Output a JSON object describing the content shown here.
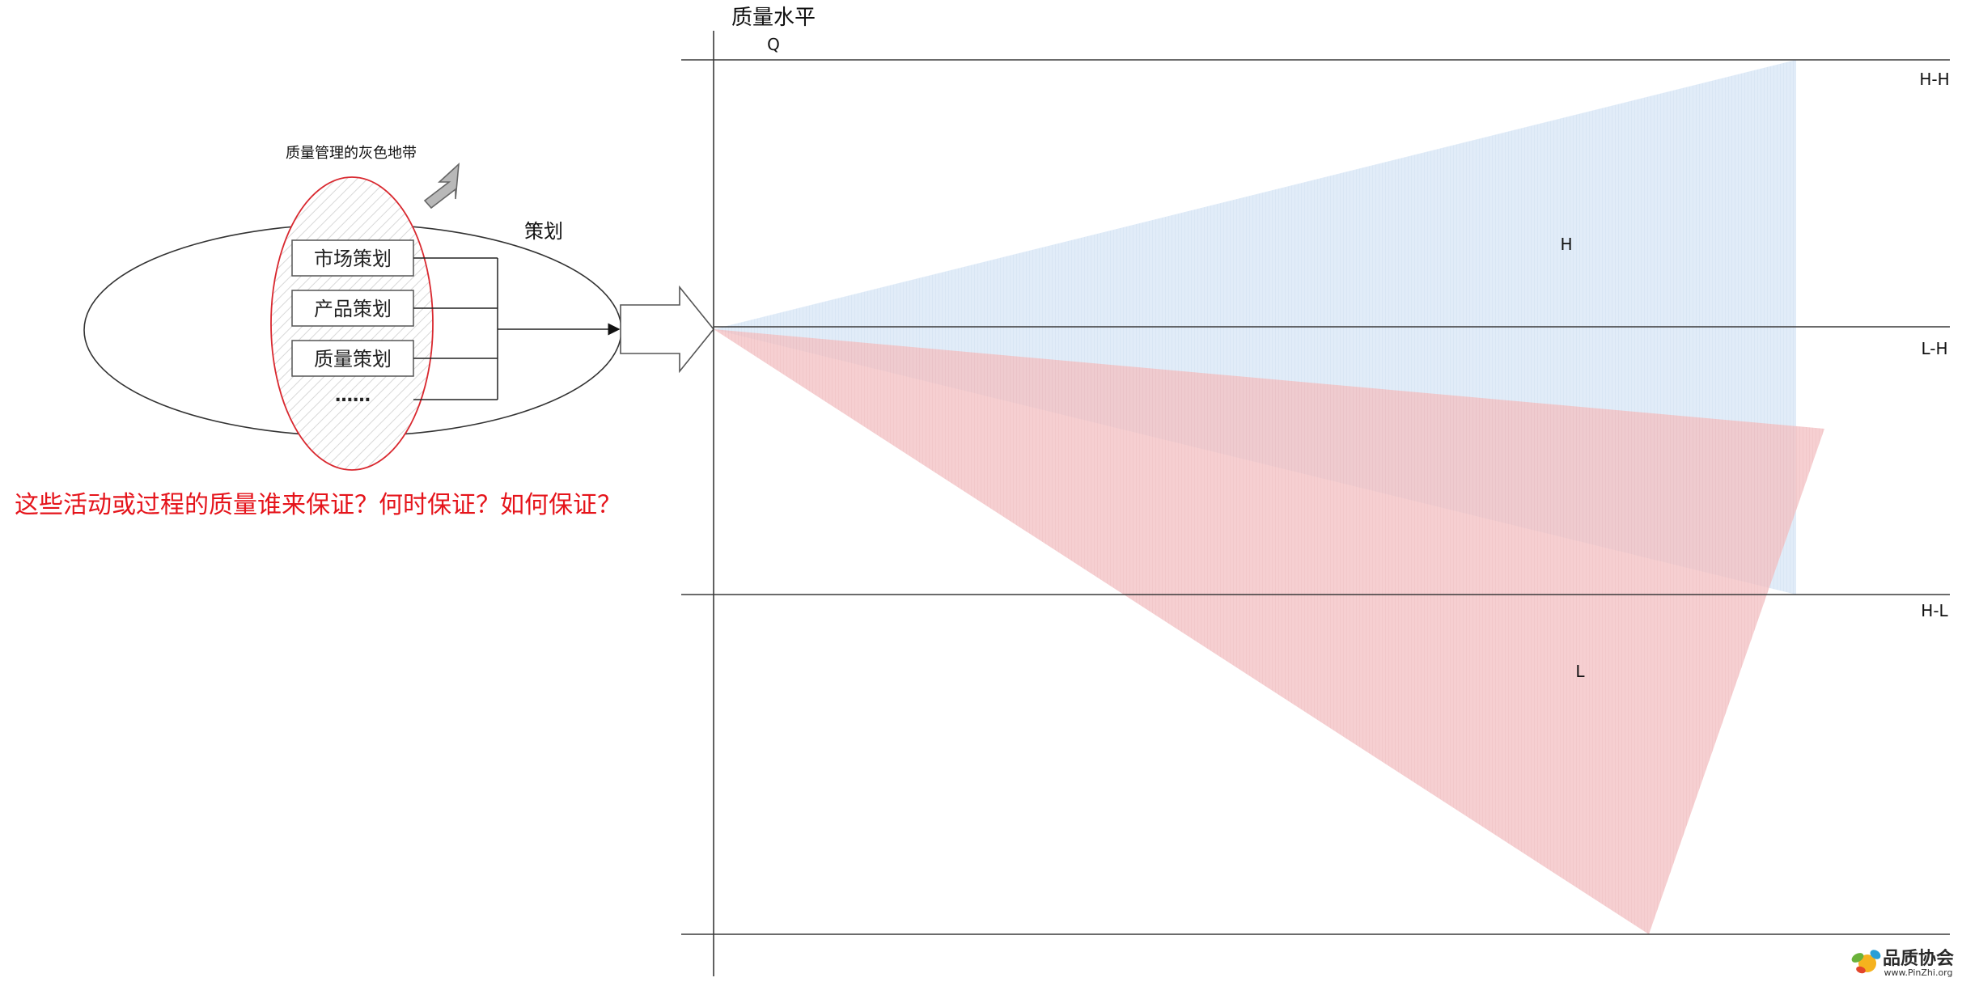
{
  "left_diagram": {
    "gray_zone_label": "质量管理的灰色地带",
    "planning_label": "策划",
    "items": [
      "市场策划",
      "产品策划",
      "质量策划",
      "……"
    ],
    "question": "这些活动或过程的质量谁来保证？何时保证？如何保证？"
  },
  "right_diagram": {
    "y_axis_title": "质量水平",
    "y_axis_symbol": "Q",
    "levels": [
      "H-H",
      "L-H",
      "H-L"
    ],
    "zone_high_label": "H",
    "zone_low_label": "L"
  },
  "colors": {
    "question_red": "#e5141b",
    "ellipse_red": "#d9282f",
    "high_zone_fill": "#d3e4f5",
    "low_zone_fill": "#f0b3b5",
    "line": "#3a3a3a"
  },
  "watermark": {
    "brand": "品质协会",
    "url": "www.PinZhi.org"
  }
}
